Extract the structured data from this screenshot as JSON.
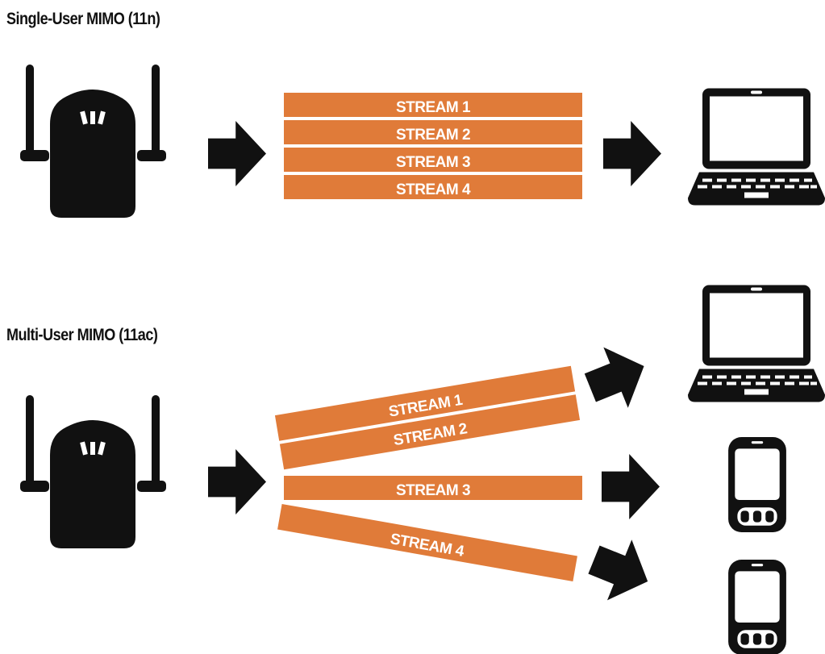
{
  "colors": {
    "stream": "#e07b39",
    "icon": "#111111",
    "background": "#ffffff",
    "stream_text": "#ffffff"
  },
  "sections": {
    "single_user": {
      "title": "Single-User MIMO (11n)",
      "streams": [
        "STREAM 1",
        "STREAM 2",
        "STREAM 3",
        "STREAM 4"
      ],
      "icons": [
        "router-icon",
        "right-arrow-icon",
        "laptop-icon"
      ]
    },
    "multi_user": {
      "title": "Multi-User MIMO (11ac)",
      "streams": [
        "STREAM 1",
        "STREAM 2",
        "STREAM 3",
        "STREAM 4"
      ],
      "icons": [
        "router-icon",
        "right-arrow-icon",
        "laptop-icon",
        "smartphone-icon",
        "smartphone-icon"
      ]
    }
  }
}
